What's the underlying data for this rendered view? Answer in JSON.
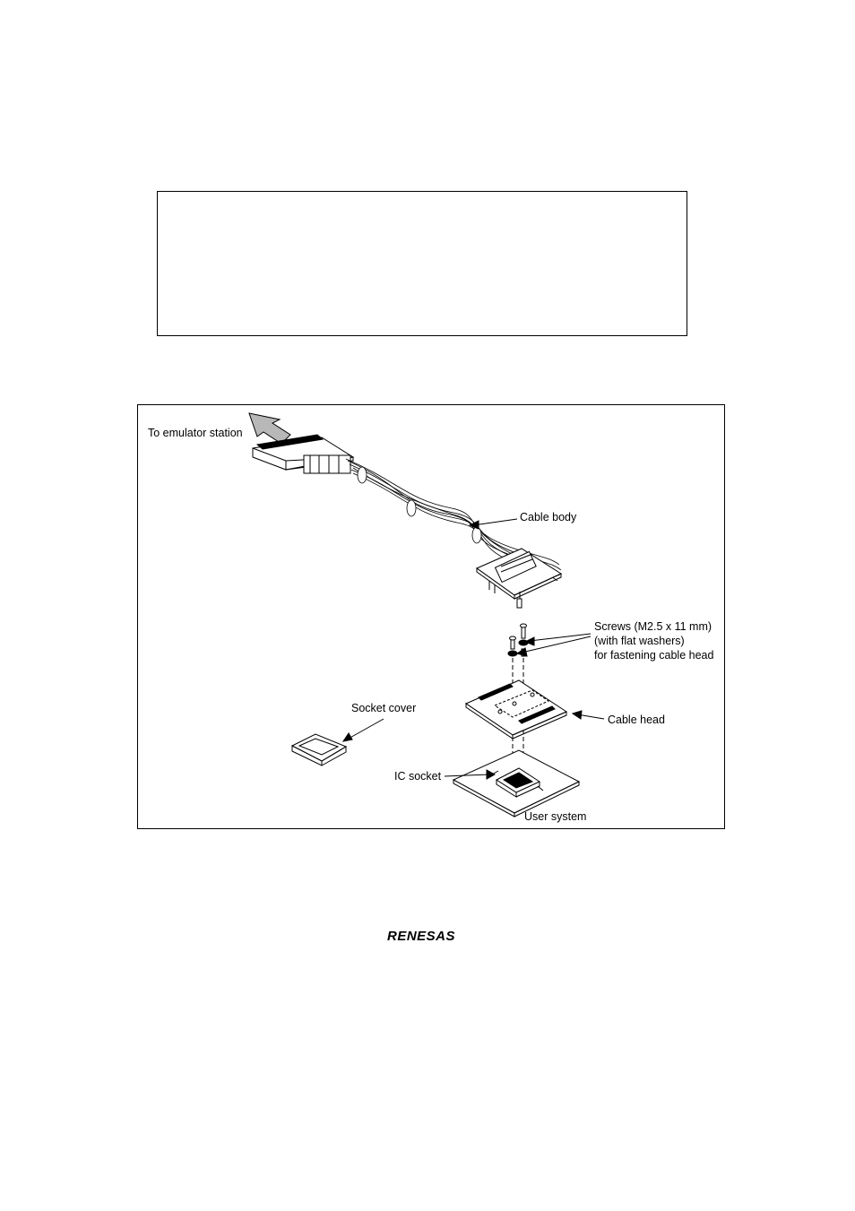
{
  "figure": {
    "labels": {
      "to_emulator": "To emulator station",
      "cable_body": "Cable body",
      "screws_line1": "Screws (M2.5 x 11 mm)",
      "screws_line2": "(with flat washers)",
      "screws_line3": "for fastening cable head",
      "socket_cover": "Socket cover",
      "cable_head": "Cable head",
      "ic_socket": "IC socket",
      "user_system": "User system"
    }
  },
  "footer": {
    "logo": "RENESAS"
  },
  "colors": {
    "ink": "#000000",
    "paper": "#ffffff",
    "shade": "#b8b8b8"
  }
}
